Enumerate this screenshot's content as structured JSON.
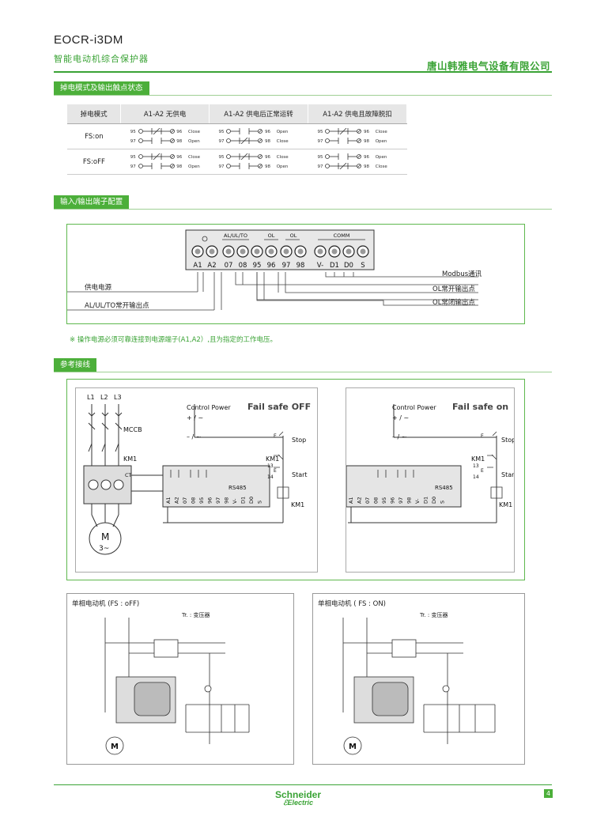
{
  "header": {
    "model": "EOCR-i3DM",
    "subtitle": "智能电动机综合保护器",
    "company": "唐山韩雅电气设备有限公司"
  },
  "section1": {
    "tag": "掉电模式及输出触点状态",
    "headers": [
      "掉电模式",
      "A1-A2  无供电",
      "A1-A2  供电后正常运转",
      "A1-A2  供电且故障脱扣"
    ],
    "rows": [
      {
        "mode": "FS:on",
        "cells": [
          [
            {
              "a": "95",
              "b": "96",
              "state": "Close"
            },
            {
              "a": "97",
              "b": "98",
              "state": "Open"
            }
          ],
          [
            {
              "a": "95",
              "b": "96",
              "state": "Open"
            },
            {
              "a": "97",
              "b": "98",
              "state": "Close"
            }
          ],
          [
            {
              "a": "95",
              "b": "96",
              "state": "Close"
            },
            {
              "a": "97",
              "b": "98",
              "state": "Open"
            }
          ]
        ]
      },
      {
        "mode": "FS:oFF",
        "cells": [
          [
            {
              "a": "95",
              "b": "96",
              "state": "Close"
            },
            {
              "a": "97",
              "b": "98",
              "state": "Open"
            }
          ],
          [
            {
              "a": "95",
              "b": "96",
              "state": "Close"
            },
            {
              "a": "97",
              "b": "98",
              "state": "Open"
            }
          ],
          [
            {
              "a": "95",
              "b": "96",
              "state": "Open"
            },
            {
              "a": "97",
              "b": "98",
              "state": "Close"
            }
          ]
        ]
      }
    ]
  },
  "section2": {
    "tag": "输入/输出端子配置",
    "groups": [
      "AL/UL/TO",
      "OL",
      "OL",
      "COMM"
    ],
    "terminals": [
      "A1",
      "A2",
      "07",
      "08",
      "95",
      "96",
      "97",
      "98",
      "V-",
      "D1",
      "D0",
      "S"
    ],
    "callouts": {
      "power": "供电电源",
      "al_output": "AL/UL/TO常开输出点",
      "modbus": "Modbus通讯",
      "ol_no": "OL常开输出点",
      "ol_nc": "OL常闭输出点"
    },
    "note": "※  操作电源必须可靠连接到电源端子(A1,A2）,且为指定的工作电压。"
  },
  "section3": {
    "tag": "参考接线",
    "left": {
      "title": "Fail safe OFF",
      "control_power": "Control Power",
      "plus": "+ / ~",
      "minus": "– / ~",
      "stop": "Stop",
      "start": "Start",
      "km1": "KM1",
      "rs485": "RS485",
      "lines": [
        "L1",
        "L2",
        "L3"
      ],
      "mccb": "MCCB",
      "ct": "CT",
      "motor": "M",
      "motor_sub": "3~",
      "n13": "13",
      "n14": "14",
      "e": "E",
      "terms": [
        "A1",
        "A2",
        "07",
        "08",
        "95",
        "96",
        "97",
        "98",
        "V-",
        "D1",
        "D0",
        "S"
      ]
    },
    "right": {
      "title": "Fail safe on",
      "control_power": "Control Power",
      "plus": "+ / ~",
      "minus": "– / ~",
      "stop": "Stop",
      "start": "Start",
      "km1": "KM1",
      "rs485": "RS485",
      "n13": "13",
      "n14": "14",
      "e": "E",
      "terms": [
        "A1",
        "A2",
        "07",
        "08",
        "95",
        "96",
        "97",
        "98",
        "V-",
        "D1",
        "D0",
        "S"
      ]
    }
  },
  "section4": {
    "left_title": "单相电动机 (FS : oFF)",
    "right_title": "单相电动机 ( FS : ON)",
    "transformer_label": "Tr. : 变压器",
    "motor": "M"
  },
  "footer": {
    "brand": "Schneider",
    "brand2": "Electric",
    "page": "4"
  },
  "colors": {
    "accent": "#3aa335",
    "tag_bg": "#4caf3a"
  }
}
